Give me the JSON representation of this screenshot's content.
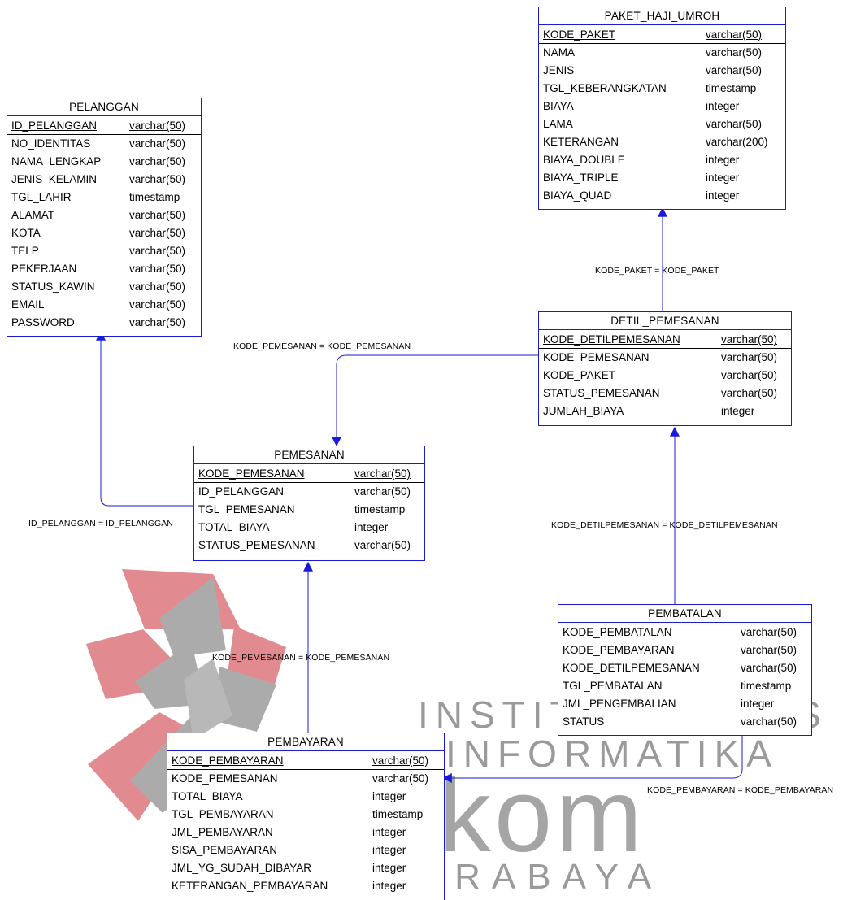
{
  "watermark": {
    "line1": "INSTITUT BISNIS",
    "line2": "INFORMATIKA",
    "line3": "kom",
    "line4": "SURABAYA",
    "colors": {
      "red": "#e0858b",
      "gray": "#a7a7a7"
    }
  },
  "entities": {
    "paket": {
      "title": "PAKET_HAJI_UMROH",
      "columns": [
        {
          "name": "KODE_PAKET",
          "type": "varchar(50)",
          "pk": true
        },
        {
          "name": "NAMA",
          "type": "varchar(50)"
        },
        {
          "name": "JENIS",
          "type": "varchar(50)"
        },
        {
          "name": "TGL_KEBERANGKATAN",
          "type": "timestamp"
        },
        {
          "name": "BIAYA",
          "type": "integer"
        },
        {
          "name": "LAMA",
          "type": "varchar(50)"
        },
        {
          "name": "KETERANGAN",
          "type": "varchar(200)"
        },
        {
          "name": "BIAYA_DOUBLE",
          "type": "integer"
        },
        {
          "name": "BIAYA_TRIPLE",
          "type": "integer"
        },
        {
          "name": "BIAYA_QUAD",
          "type": "integer"
        }
      ]
    },
    "pelanggan": {
      "title": "PELANGGAN",
      "columns": [
        {
          "name": "ID_PELANGGAN",
          "type": "varchar(50)",
          "pk": true
        },
        {
          "name": "NO_IDENTITAS",
          "type": "varchar(50)"
        },
        {
          "name": "NAMA_LENGKAP",
          "type": "varchar(50)"
        },
        {
          "name": "JENIS_KELAMIN",
          "type": "varchar(50)"
        },
        {
          "name": "TGL_LAHIR",
          "type": "timestamp"
        },
        {
          "name": "ALAMAT",
          "type": "varchar(50)"
        },
        {
          "name": "KOTA",
          "type": "varchar(50)"
        },
        {
          "name": "TELP",
          "type": "varchar(50)"
        },
        {
          "name": "PEKERJAAN",
          "type": "varchar(50)"
        },
        {
          "name": "STATUS_KAWIN",
          "type": "varchar(50)"
        },
        {
          "name": "EMAIL",
          "type": "varchar(50)"
        },
        {
          "name": "PASSWORD",
          "type": "varchar(50)"
        }
      ]
    },
    "detil": {
      "title": "DETIL_PEMESANAN",
      "columns": [
        {
          "name": "KODE_DETILPEMESANAN",
          "type": "varchar(50)",
          "pk": true
        },
        {
          "name": "KODE_PEMESANAN",
          "type": "varchar(50)"
        },
        {
          "name": "KODE_PAKET",
          "type": "varchar(50)"
        },
        {
          "name": "STATUS_PEMESANAN",
          "type": "varchar(50)"
        },
        {
          "name": "JUMLAH_BIAYA",
          "type": "integer"
        }
      ]
    },
    "pemesanan": {
      "title": "PEMESANAN",
      "columns": [
        {
          "name": "KODE_PEMESANAN",
          "type": "varchar(50)",
          "pk": true
        },
        {
          "name": "ID_PELANGGAN",
          "type": "varchar(50)"
        },
        {
          "name": "TGL_PEMESANAN",
          "type": "timestamp"
        },
        {
          "name": "TOTAL_BIAYA",
          "type": "integer"
        },
        {
          "name": "STATUS_PEMESANAN",
          "type": "varchar(50)"
        }
      ]
    },
    "pembatalan": {
      "title": "PEMBATALAN",
      "columns": [
        {
          "name": "KODE_PEMBATALAN",
          "type": "varchar(50)",
          "pk": true
        },
        {
          "name": "KODE_PEMBAYARAN",
          "type": "varchar(50)"
        },
        {
          "name": "KODE_DETILPEMESANAN",
          "type": "varchar(50)"
        },
        {
          "name": "TGL_PEMBATALAN",
          "type": "timestamp"
        },
        {
          "name": "JML_PENGEMBALIAN",
          "type": "integer"
        },
        {
          "name": "STATUS",
          "type": "varchar(50)"
        }
      ]
    },
    "pembayaran": {
      "title": "PEMBAYARAN",
      "columns": [
        {
          "name": "KODE_PEMBAYARAN",
          "type": "varchar(50)",
          "pk": true
        },
        {
          "name": "KODE_PEMESANAN",
          "type": "varchar(50)"
        },
        {
          "name": "TOTAL_BIAYA",
          "type": "integer"
        },
        {
          "name": "TGL_PEMBAYARAN",
          "type": "timestamp"
        },
        {
          "name": "JML_PEMBAYARAN",
          "type": "integer"
        },
        {
          "name": "SISA_PEMBAYARAN",
          "type": "integer"
        },
        {
          "name": "JML_YG_SUDAH_DIBAYAR",
          "type": "integer"
        },
        {
          "name": "KETERANGAN_PEMBAYARAN",
          "type": "integer"
        }
      ]
    }
  },
  "relationships": {
    "kode_paket": "KODE_PAKET = KODE_PAKET",
    "kode_pemesanan_detil": "KODE_PEMESANAN = KODE_PEMESANAN",
    "id_pelanggan": "ID_PELANGGAN = ID_PELANGGAN",
    "kode_detilpemesanan": "KODE_DETILPEMESANAN = KODE_DETILPEMESANAN",
    "kode_pemesanan_bayar": "KODE_PEMESANAN = KODE_PEMESANAN",
    "kode_pembayaran": "KODE_PEMBAYARAN = KODE_PEMBAYARAN"
  },
  "line_color": "#1a1adb"
}
